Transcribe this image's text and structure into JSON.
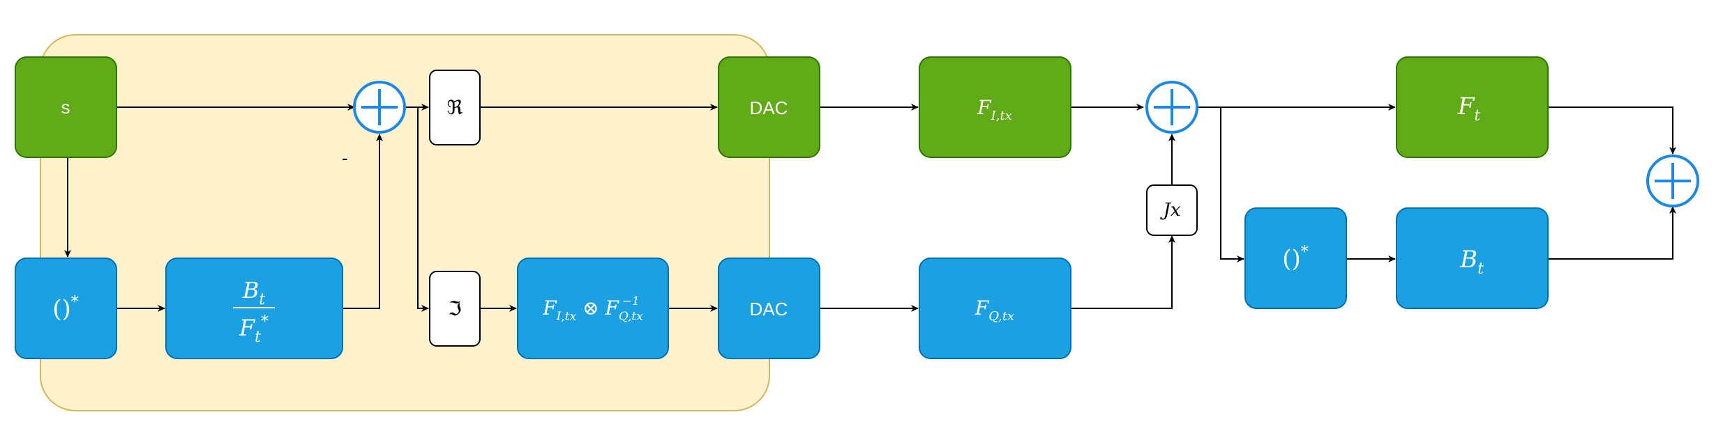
{
  "colors": {
    "green_fill": "#60a917",
    "green_stroke": "#2d7600",
    "blue_fill": "#1ba1e2",
    "blue_stroke": "#006eaf",
    "region_fill": "#fff2cc",
    "region_stroke": "#d6b656",
    "adder": "#1e88e5",
    "line": "#000000",
    "white_box_stroke": "#000000"
  },
  "blocks": {
    "s": "s",
    "conj_1": "()*",
    "ratio": "Bt / Ft*",
    "dac_top": "DAC",
    "dac_bottom": "DAC",
    "real_part": "ℜ",
    "imag_part": "ℑ",
    "iq_filter": "FI,tx ⊗ FQ,tx^-1",
    "fi_tx": "FI,tx",
    "fq_tx": "FQ,tx",
    "jx": "Jx",
    "ft": "Ft",
    "conj_2": "()*",
    "bt": "Bt"
  },
  "labels": {
    "minus_sign": "-"
  }
}
